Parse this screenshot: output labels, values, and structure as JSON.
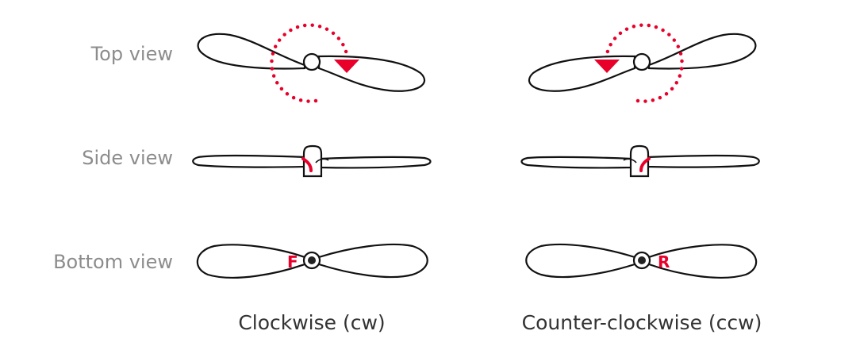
{
  "rows": {
    "top": "Top view",
    "side": "Side view",
    "bottom": "Bottom view"
  },
  "columns": {
    "cw": {
      "caption": "Clockwise (cw)",
      "marker": "F"
    },
    "ccw": {
      "caption": "Counter-clockwise (ccw)",
      "marker": "R"
    }
  },
  "colors": {
    "accent": "#e8002a",
    "label": "#8c8c8c",
    "caption": "#333333"
  }
}
